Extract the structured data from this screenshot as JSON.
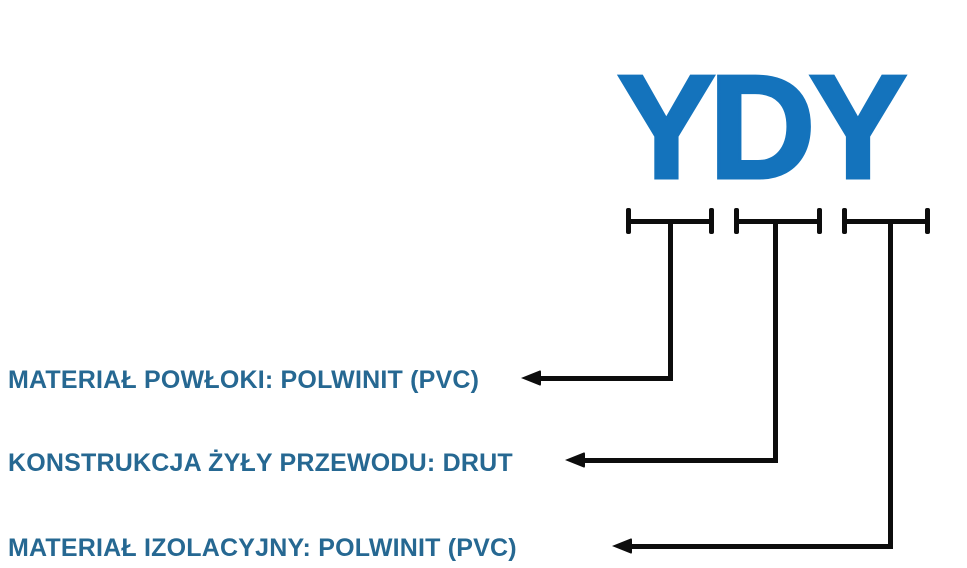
{
  "diagram": {
    "product_code": "YDY",
    "code_color": "#1473bc",
    "label_color": "#266892",
    "line_color": "#0d0d0d",
    "entries": [
      {
        "letter": "Y",
        "label": "MATERIAŁ POWŁOKI: POLWINIT (PVC)"
      },
      {
        "letter": "D",
        "label": "KONSTRUKCJA ŻYŁY PRZEWODU: DRUT"
      },
      {
        "letter": "Y",
        "label": "MATERIAŁ IZOLACYJNY: POLWINIT (PVC)"
      }
    ]
  }
}
